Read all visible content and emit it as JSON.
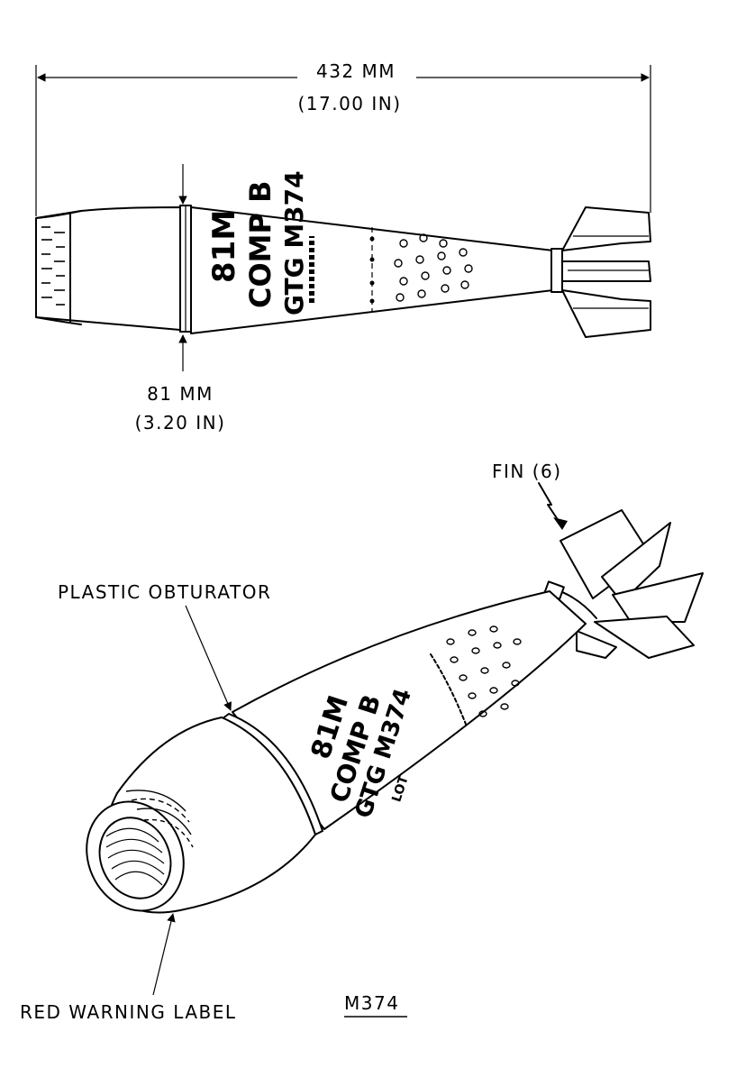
{
  "dimensions": {
    "length_mm": "432 MM",
    "length_in": "(17.00 IN)",
    "diameter_mm": "81 MM",
    "diameter_in": "(3.20 IN)"
  },
  "body_markings": {
    "line1": "81M",
    "line2": "COMP B",
    "line3": "GTG M374",
    "lot": "LOT"
  },
  "callouts": {
    "fin": "FIN (6)",
    "obturator": "PLASTIC OBTURATOR",
    "warning_label": "RED  WARNING LABEL"
  },
  "model": "M374"
}
